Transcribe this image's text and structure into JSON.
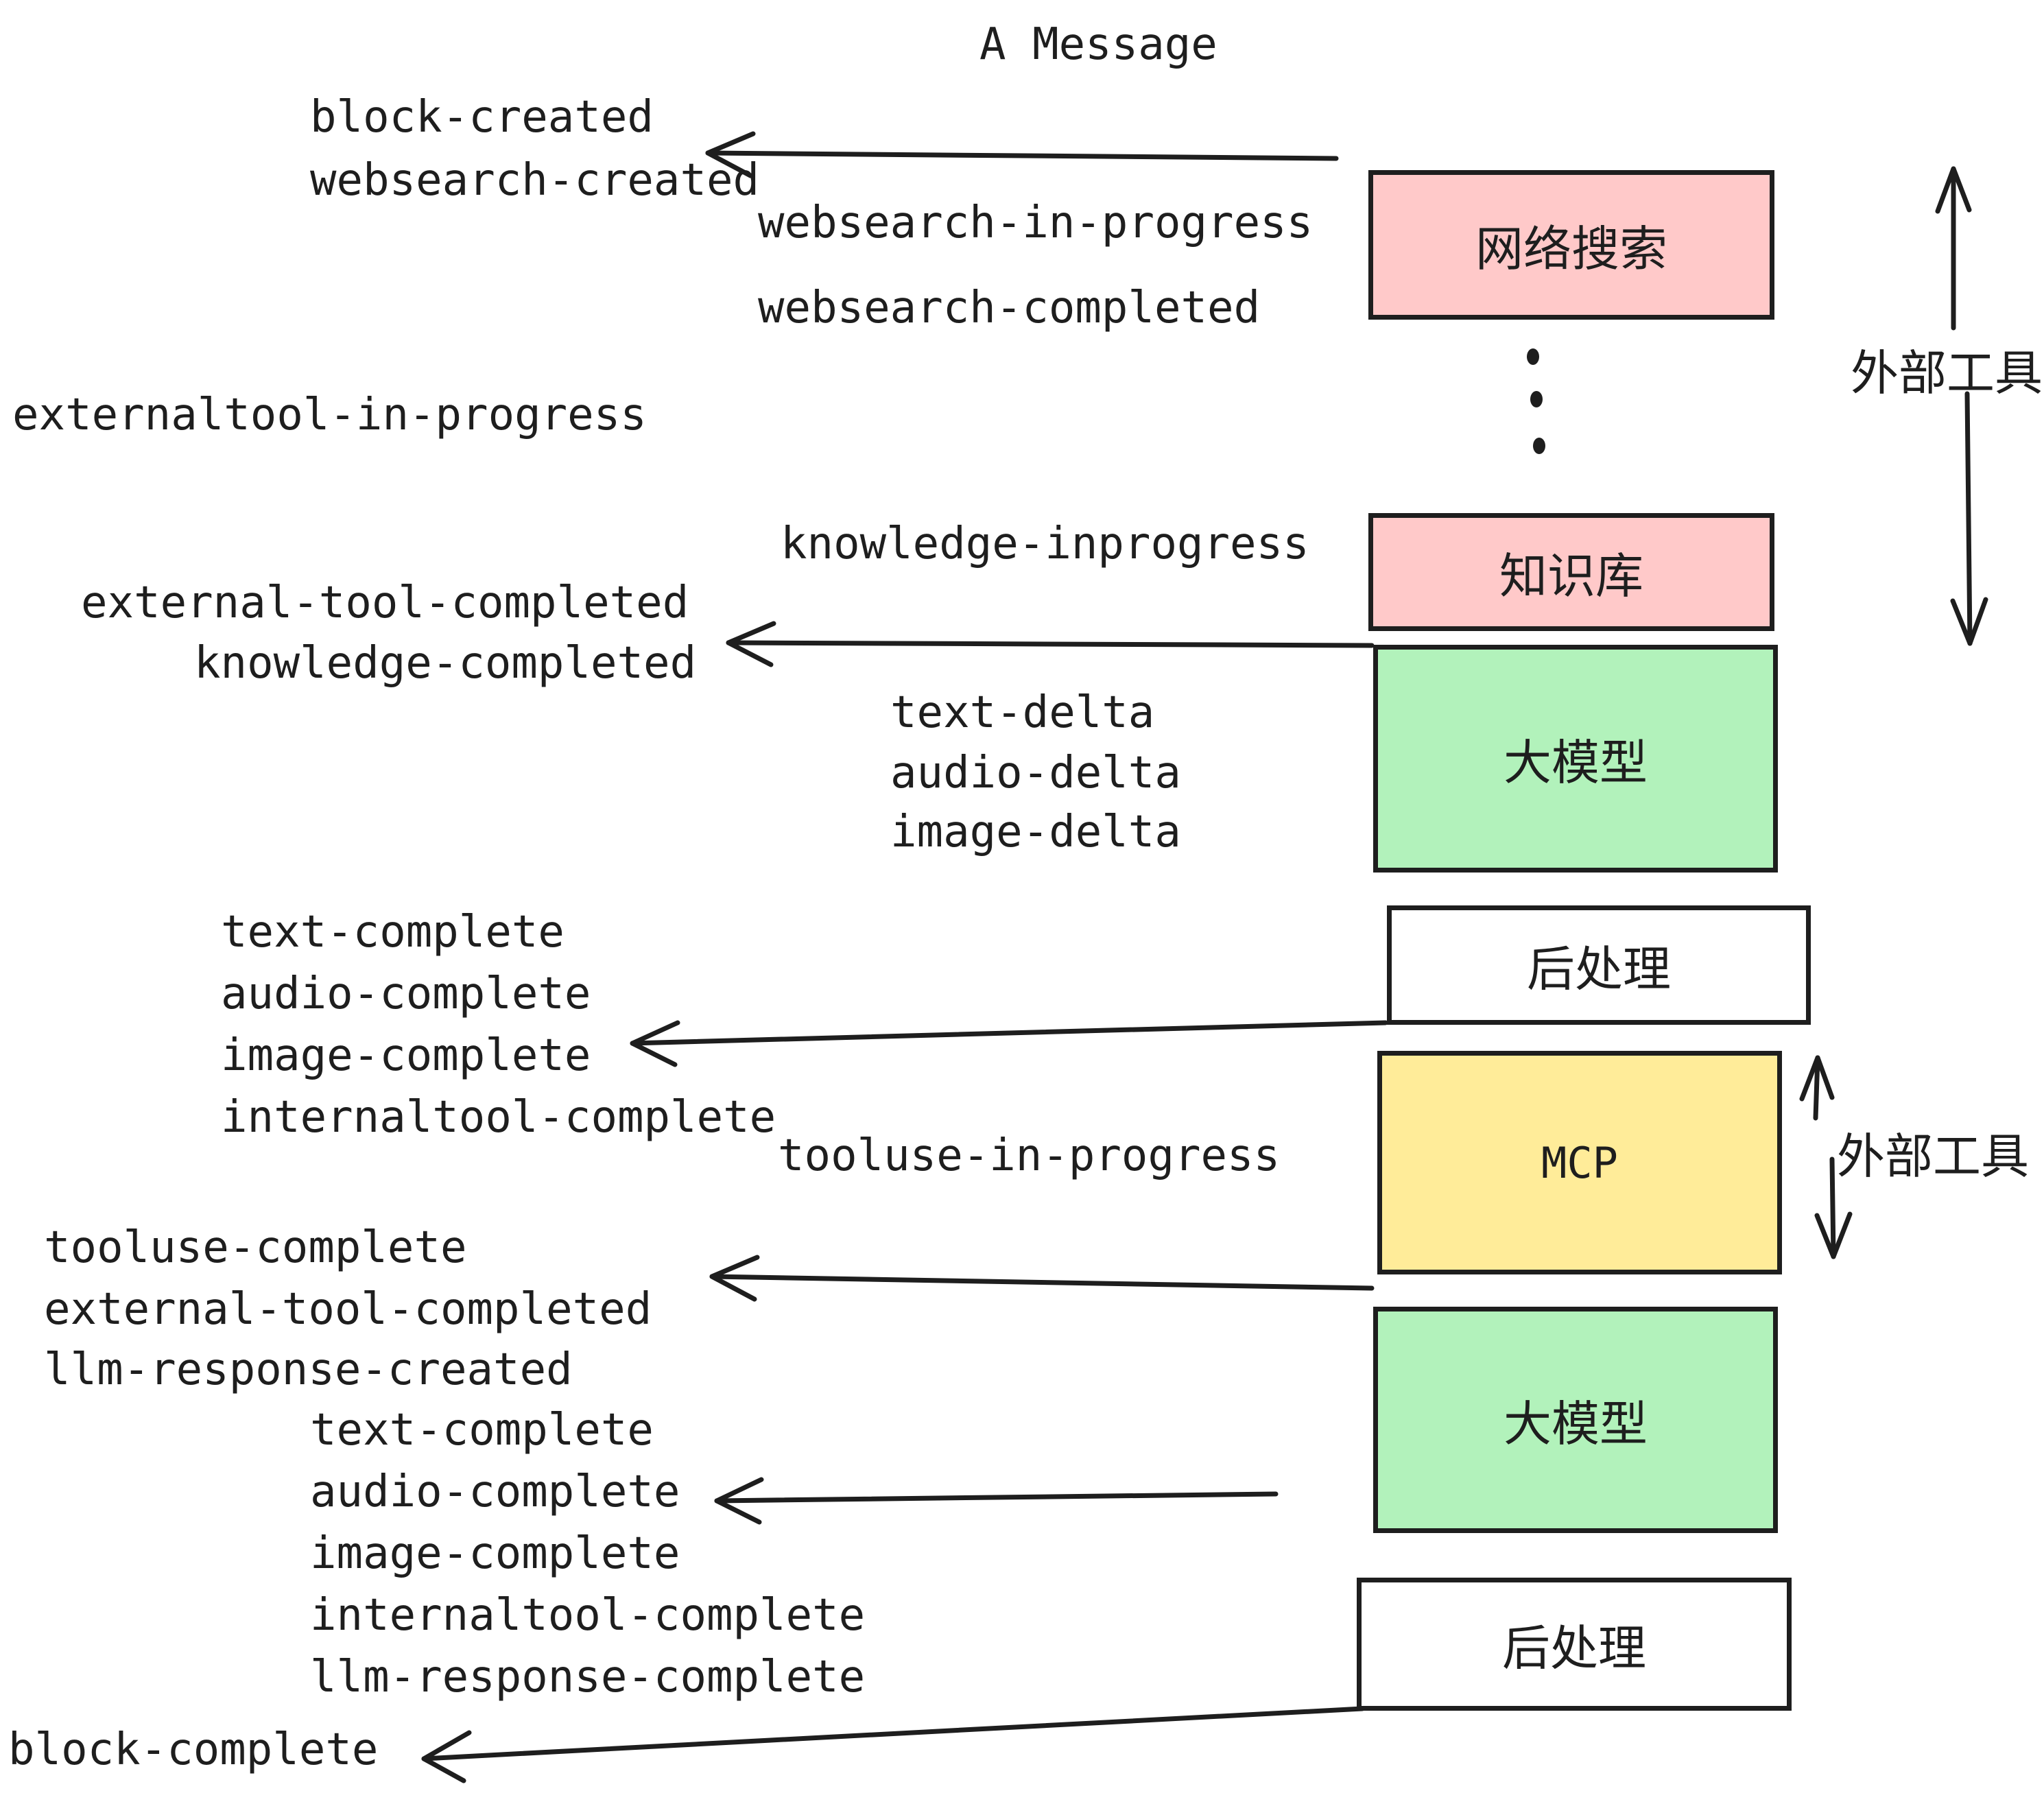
{
  "title": "A Message",
  "colors": {
    "pink": "#ffc9c9",
    "green": "#b2f2bb",
    "yellow": "#ffec99",
    "white": "#ffffff",
    "stroke": "#1e1e1e"
  },
  "boxes": {
    "websearch": {
      "label": "网络搜索",
      "fill": "#ffc9c9"
    },
    "knowledge": {
      "label": "知识库",
      "fill": "#ffc9c9"
    },
    "llm1": {
      "label": "大模型",
      "fill": "#b2f2bb"
    },
    "post1": {
      "label": "后处理",
      "fill": "#ffffff"
    },
    "mcp": {
      "label": "MCP",
      "fill": "#ffec99"
    },
    "llm2": {
      "label": "大模型",
      "fill": "#b2f2bb"
    },
    "post2": {
      "label": "后处理",
      "fill": "#ffffff"
    }
  },
  "side_labels": {
    "external_tools_top": "外部工具",
    "external_tools_mid": "外部工具"
  },
  "events": {
    "block_created": "block-created",
    "websearch_created": "websearch-created",
    "websearch_in_progress": "websearch-in-progress",
    "websearch_completed": "websearch-completed",
    "externaltool_in_progress": "externaltool-in-progress",
    "knowledge_inprogress": "knowledge-inprogress",
    "external_tool_completed": "external-tool-completed",
    "knowledge_completed": "knowledge-completed",
    "text_delta": "text-delta",
    "audio_delta": "audio-delta",
    "image_delta": "image-delta",
    "text_complete": "text-complete",
    "audio_complete": "audio-complete",
    "image_complete": "image-complete",
    "internaltool_complete": "internaltool-complete",
    "tooluse_in_progress": "tooluse-in-progress",
    "tooluse_complete": "tooluse-complete",
    "external_tool_completed_2": "external-tool-completed",
    "llm_response_created": "llm-response-created",
    "text_complete_2": "text-complete",
    "audio_complete_2": "audio-complete",
    "image_complete_2": "image-complete",
    "internaltool_complete_2": "internaltool-complete",
    "llm_response_complete": "llm-response-complete",
    "block_complete": "block-complete"
  }
}
